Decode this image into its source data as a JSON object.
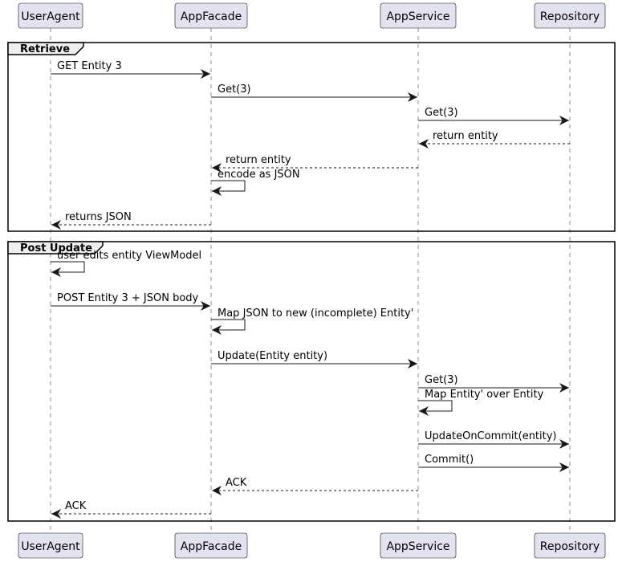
{
  "colors": {
    "participant_fill": "#E2E2F0",
    "participant_stroke": "#181818",
    "lifeline": "#181818",
    "group_tab_fill": "#EEEEEE"
  },
  "participants": [
    "UserAgent",
    "AppFacade",
    "AppService",
    "Repository"
  ],
  "groups": [
    {
      "label": "Retrieve",
      "messages": [
        {
          "from": 0,
          "to": 1,
          "text": "GET Entity 3",
          "style": "solid"
        },
        {
          "from": 1,
          "to": 2,
          "text": "Get(3)",
          "style": "solid"
        },
        {
          "from": 2,
          "to": 3,
          "text": "Get(3)",
          "style": "solid"
        },
        {
          "from": 3,
          "to": 2,
          "text": "return entity",
          "style": "dashed"
        },
        {
          "from": 2,
          "to": 1,
          "text": "return entity",
          "style": "dashed"
        },
        {
          "from": 1,
          "to": 1,
          "text": "encode as JSON",
          "style": "solid"
        },
        {
          "from": 1,
          "to": 0,
          "text": "returns JSON",
          "style": "dashed"
        }
      ]
    },
    {
      "label": "Post Update",
      "messages": [
        {
          "from": 0,
          "to": 0,
          "text": "user edits entity ViewModel",
          "style": "solid"
        },
        {
          "from": 0,
          "to": 1,
          "text": "POST Entity 3 + JSON body",
          "style": "solid"
        },
        {
          "from": 1,
          "to": 1,
          "text": "Map JSON to new (incomplete) Entity'",
          "style": "solid"
        },
        {
          "from": 1,
          "to": 2,
          "text": "Update(Entity entity)",
          "style": "solid"
        },
        {
          "from": 2,
          "to": 3,
          "text": "Get(3)",
          "style": "solid"
        },
        {
          "from": 2,
          "to": 2,
          "text": "Map Entity' over Entity",
          "style": "solid"
        },
        {
          "from": 2,
          "to": 3,
          "text": "UpdateOnCommit(entity)",
          "style": "solid"
        },
        {
          "from": 2,
          "to": 3,
          "text": "Commit()",
          "style": "solid"
        },
        {
          "from": 2,
          "to": 1,
          "text": "ACK",
          "style": "dashed"
        },
        {
          "from": 1,
          "to": 0,
          "text": "ACK",
          "style": "dashed"
        }
      ]
    }
  ]
}
